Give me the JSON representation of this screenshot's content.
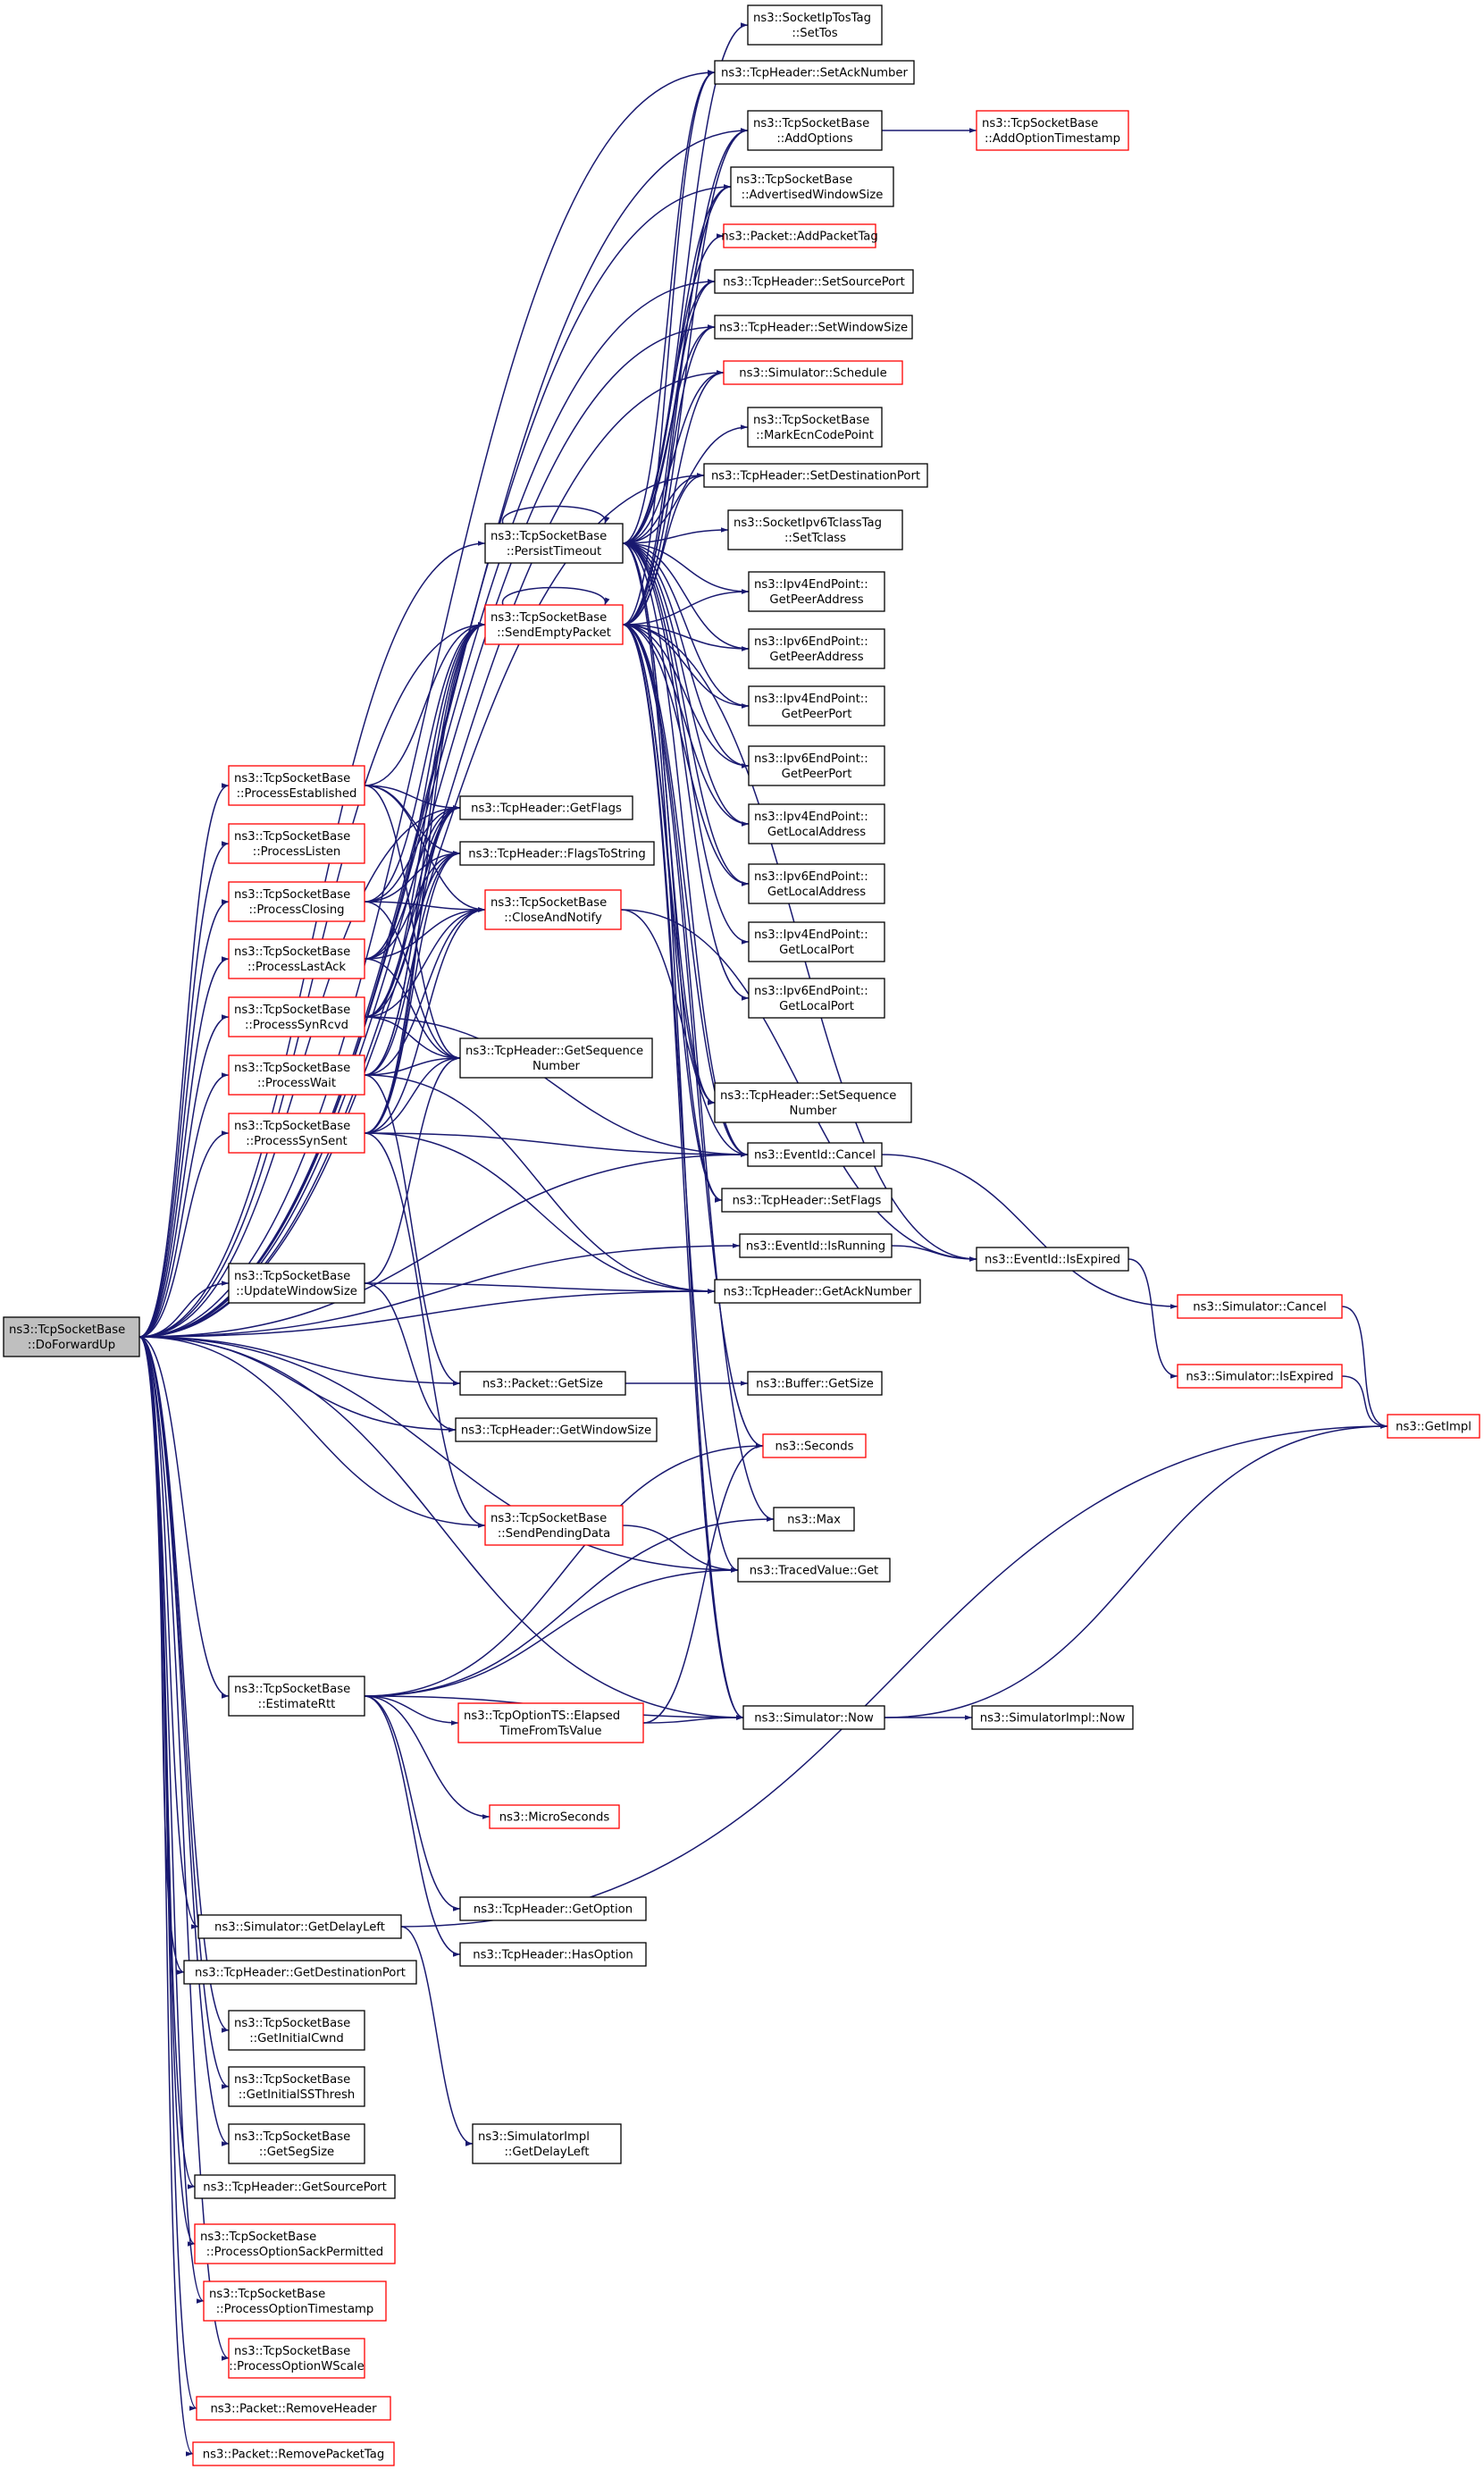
{
  "colors": {
    "edge": "#191970",
    "node_border": "#000000",
    "node_border_undocumented": "#ff0000",
    "root_fill": "#bfbfbf",
    "node_fill": "#ffffff"
  },
  "nodes": [
    {
      "id": "root",
      "lines": [
        "ns3::TcpSocketBase",
        "::DoForwardUp"
      ],
      "style": "root"
    },
    {
      "id": "n_settos",
      "lines": [
        "ns3::SocketIpTosTag",
        "::SetTos"
      ],
      "style": "normal"
    },
    {
      "id": "n_setack",
      "lines": [
        "ns3::TcpHeader::SetAckNumber"
      ],
      "style": "normal"
    },
    {
      "id": "n_addopt",
      "lines": [
        "ns3::TcpSocketBase",
        "::AddOptions"
      ],
      "style": "normal"
    },
    {
      "id": "n_addts",
      "lines": [
        "ns3::TcpSocketBase",
        "::AddOptionTimestamp"
      ],
      "style": "red"
    },
    {
      "id": "n_advwin",
      "lines": [
        "ns3::TcpSocketBase",
        "::AdvertisedWindowSize"
      ],
      "style": "normal"
    },
    {
      "id": "n_addtag",
      "lines": [
        "ns3::Packet::AddPacketTag"
      ],
      "style": "red"
    },
    {
      "id": "n_setsrc",
      "lines": [
        "ns3::TcpHeader::SetSourcePort"
      ],
      "style": "normal"
    },
    {
      "id": "n_setwin",
      "lines": [
        "ns3::TcpHeader::SetWindowSize"
      ],
      "style": "normal"
    },
    {
      "id": "n_sched",
      "lines": [
        "ns3::Simulator::Schedule"
      ],
      "style": "red"
    },
    {
      "id": "n_markecn",
      "lines": [
        "ns3::TcpSocketBase",
        "::MarkEcnCodePoint"
      ],
      "style": "normal"
    },
    {
      "id": "n_setdst",
      "lines": [
        "ns3::TcpHeader::SetDestinationPort"
      ],
      "style": "normal"
    },
    {
      "id": "n_settcl",
      "lines": [
        "ns3::SocketIpv6TclassTag",
        "::SetTclass"
      ],
      "style": "normal"
    },
    {
      "id": "n_persist",
      "lines": [
        "ns3::TcpSocketBase",
        "::PersistTimeout"
      ],
      "style": "normal"
    },
    {
      "id": "n_v4pa",
      "lines": [
        "ns3::Ipv4EndPoint::",
        "GetPeerAddress"
      ],
      "style": "normal"
    },
    {
      "id": "n_sendempty",
      "lines": [
        "ns3::TcpSocketBase",
        "::SendEmptyPacket"
      ],
      "style": "red"
    },
    {
      "id": "n_v6pa",
      "lines": [
        "ns3::Ipv6EndPoint::",
        "GetPeerAddress"
      ],
      "style": "normal"
    },
    {
      "id": "n_v4pp",
      "lines": [
        "ns3::Ipv4EndPoint::",
        "GetPeerPort"
      ],
      "style": "normal"
    },
    {
      "id": "n_v6pp",
      "lines": [
        "ns3::Ipv6EndPoint::",
        "GetPeerPort"
      ],
      "style": "normal"
    },
    {
      "id": "n_procest",
      "lines": [
        "ns3::TcpSocketBase",
        "::ProcessEstablished"
      ],
      "style": "red"
    },
    {
      "id": "n_v4la",
      "lines": [
        "ns3::Ipv4EndPoint::",
        "GetLocalAddress"
      ],
      "style": "normal"
    },
    {
      "id": "n_getflags",
      "lines": [
        "ns3::TcpHeader::GetFlags"
      ],
      "style": "normal"
    },
    {
      "id": "n_proclisten",
      "lines": [
        "ns3::TcpSocketBase",
        "::ProcessListen"
      ],
      "style": "red"
    },
    {
      "id": "n_flagsstr",
      "lines": [
        "ns3::TcpHeader::FlagsToString"
      ],
      "style": "normal"
    },
    {
      "id": "n_v6la",
      "lines": [
        "ns3::Ipv6EndPoint::",
        "GetLocalAddress"
      ],
      "style": "normal"
    },
    {
      "id": "n_procclosing",
      "lines": [
        "ns3::TcpSocketBase",
        "::ProcessClosing"
      ],
      "style": "red"
    },
    {
      "id": "n_closenotify",
      "lines": [
        "ns3::TcpSocketBase",
        "::CloseAndNotify"
      ],
      "style": "red"
    },
    {
      "id": "n_v4lp",
      "lines": [
        "ns3::Ipv4EndPoint::",
        "GetLocalPort"
      ],
      "style": "normal"
    },
    {
      "id": "n_proclastack",
      "lines": [
        "ns3::TcpSocketBase",
        "::ProcessLastAck"
      ],
      "style": "red"
    },
    {
      "id": "n_v6lp",
      "lines": [
        "ns3::Ipv6EndPoint::",
        "GetLocalPort"
      ],
      "style": "normal"
    },
    {
      "id": "n_procsynrcvd",
      "lines": [
        "ns3::TcpSocketBase",
        "::ProcessSynRcvd"
      ],
      "style": "red"
    },
    {
      "id": "n_getseq",
      "lines": [
        "ns3::TcpHeader::GetSequence",
        "Number"
      ],
      "style": "normal"
    },
    {
      "id": "n_procwait",
      "lines": [
        "ns3::TcpSocketBase",
        "::ProcessWait"
      ],
      "style": "red"
    },
    {
      "id": "n_setseq",
      "lines": [
        "ns3::TcpHeader::SetSequence",
        "Number"
      ],
      "style": "normal"
    },
    {
      "id": "n_procsynsent",
      "lines": [
        "ns3::TcpSocketBase",
        "::ProcessSynSent"
      ],
      "style": "red"
    },
    {
      "id": "n_evcancel",
      "lines": [
        "ns3::EventId::Cancel"
      ],
      "style": "normal"
    },
    {
      "id": "n_setflags",
      "lines": [
        "ns3::TcpHeader::SetFlags"
      ],
      "style": "normal"
    },
    {
      "id": "n_evrunning",
      "lines": [
        "ns3::EventId::IsRunning"
      ],
      "style": "normal"
    },
    {
      "id": "n_evexpired",
      "lines": [
        "ns3::EventId::IsExpired"
      ],
      "style": "normal"
    },
    {
      "id": "n_updatewin",
      "lines": [
        "ns3::TcpSocketBase",
        "::UpdateWindowSize"
      ],
      "style": "normal"
    },
    {
      "id": "n_getack",
      "lines": [
        "ns3::TcpHeader::GetAckNumber"
      ],
      "style": "normal"
    },
    {
      "id": "n_simcancel",
      "lines": [
        "ns3::Simulator::Cancel"
      ],
      "style": "red"
    },
    {
      "id": "n_simisexp",
      "lines": [
        "ns3::Simulator::IsExpired"
      ],
      "style": "red"
    },
    {
      "id": "n_pktsize",
      "lines": [
        "ns3::Packet::GetSize"
      ],
      "style": "normal"
    },
    {
      "id": "n_bufsize",
      "lines": [
        "ns3::Buffer::GetSize"
      ],
      "style": "normal"
    },
    {
      "id": "n_getimpl",
      "lines": [
        "ns3::GetImpl"
      ],
      "style": "red"
    },
    {
      "id": "n_getwin",
      "lines": [
        "ns3::TcpHeader::GetWindowSize"
      ],
      "style": "normal"
    },
    {
      "id": "n_seconds",
      "lines": [
        "ns3::Seconds"
      ],
      "style": "red"
    },
    {
      "id": "n_sendpending",
      "lines": [
        "ns3::TcpSocketBase",
        "::SendPendingData"
      ],
      "style": "red"
    },
    {
      "id": "n_max",
      "lines": [
        "ns3::Max"
      ],
      "style": "normal"
    },
    {
      "id": "n_tvget",
      "lines": [
        "ns3::TracedValue::Get"
      ],
      "style": "normal"
    },
    {
      "id": "n_estrtt",
      "lines": [
        "ns3::TcpSocketBase",
        "::EstimateRtt"
      ],
      "style": "normal"
    },
    {
      "id": "n_elapsed",
      "lines": [
        "ns3::TcpOptionTS::Elapsed",
        "TimeFromTsValue"
      ],
      "style": "red"
    },
    {
      "id": "n_simnow",
      "lines": [
        "ns3::Simulator::Now"
      ],
      "style": "normal"
    },
    {
      "id": "n_implnow",
      "lines": [
        "ns3::SimulatorImpl::Now"
      ],
      "style": "normal"
    },
    {
      "id": "n_micro",
      "lines": [
        "ns3::MicroSeconds"
      ],
      "style": "red"
    },
    {
      "id": "n_getopt",
      "lines": [
        "ns3::TcpHeader::GetOption"
      ],
      "style": "normal"
    },
    {
      "id": "n_hasopt",
      "lines": [
        "ns3::TcpHeader::HasOption"
      ],
      "style": "normal"
    },
    {
      "id": "n_getdelay",
      "lines": [
        "ns3::Simulator::GetDelayLeft"
      ],
      "style": "normal"
    },
    {
      "id": "n_getdstport",
      "lines": [
        "ns3::TcpHeader::GetDestinationPort"
      ],
      "style": "normal"
    },
    {
      "id": "n_initcwnd",
      "lines": [
        "ns3::TcpSocketBase",
        "::GetInitialCwnd"
      ],
      "style": "normal"
    },
    {
      "id": "n_initss",
      "lines": [
        "ns3::TcpSocketBase",
        "::GetInitialSSThresh"
      ],
      "style": "normal"
    },
    {
      "id": "n_implgetdelay",
      "lines": [
        "ns3::SimulatorImpl",
        "::GetDelayLeft"
      ],
      "style": "normal"
    },
    {
      "id": "n_segsize",
      "lines": [
        "ns3::TcpSocketBase",
        "::GetSegSize"
      ],
      "style": "normal"
    },
    {
      "id": "n_getsrcport",
      "lines": [
        "ns3::TcpHeader::GetSourcePort"
      ],
      "style": "normal"
    },
    {
      "id": "n_procsack",
      "lines": [
        "ns3::TcpSocketBase",
        "::ProcessOptionSackPermitted"
      ],
      "style": "red"
    },
    {
      "id": "n_procts",
      "lines": [
        "ns3::TcpSocketBase",
        "::ProcessOptionTimestamp"
      ],
      "style": "red"
    },
    {
      "id": "n_procws",
      "lines": [
        "ns3::TcpSocketBase",
        "::ProcessOptionWScale"
      ],
      "style": "red"
    },
    {
      "id": "n_rmhdr",
      "lines": [
        "ns3::Packet::RemoveHeader"
      ],
      "style": "red"
    },
    {
      "id": "n_rmtag",
      "lines": [
        "ns3::Packet::RemovePacketTag"
      ],
      "style": "red"
    }
  ],
  "edges": [
    [
      "root",
      "n_setack"
    ],
    [
      "root",
      "n_addopt"
    ],
    [
      "root",
      "n_advwin"
    ],
    [
      "root",
      "n_setsrc"
    ],
    [
      "root",
      "n_setwin"
    ],
    [
      "root",
      "n_sched"
    ],
    [
      "root",
      "n_setdst"
    ],
    [
      "root",
      "n_persist"
    ],
    [
      "root",
      "n_sendempty"
    ],
    [
      "root",
      "n_procest"
    ],
    [
      "root",
      "n_getflags"
    ],
    [
      "root",
      "n_proclisten"
    ],
    [
      "root",
      "n_procclosing"
    ],
    [
      "root",
      "n_proclastack"
    ],
    [
      "root",
      "n_procsynrcvd"
    ],
    [
      "root",
      "n_procwait"
    ],
    [
      "root",
      "n_procsynsent"
    ],
    [
      "root",
      "n_evcancel"
    ],
    [
      "root",
      "n_evrunning"
    ],
    [
      "root",
      "n_updatewin"
    ],
    [
      "root",
      "n_getack"
    ],
    [
      "root",
      "n_pktsize"
    ],
    [
      "root",
      "n_getwin"
    ],
    [
      "root",
      "n_sendpending"
    ],
    [
      "root",
      "n_tvget"
    ],
    [
      "root",
      "n_estrtt"
    ],
    [
      "root",
      "n_simnow"
    ],
    [
      "root",
      "n_getdelay"
    ],
    [
      "root",
      "n_getdstport"
    ],
    [
      "root",
      "n_initcwnd"
    ],
    [
      "root",
      "n_initss"
    ],
    [
      "root",
      "n_segsize"
    ],
    [
      "root",
      "n_getsrcport"
    ],
    [
      "root",
      "n_procsack"
    ],
    [
      "root",
      "n_procts"
    ],
    [
      "root",
      "n_procws"
    ],
    [
      "root",
      "n_rmhdr"
    ],
    [
      "root",
      "n_rmtag"
    ],
    [
      "n_addopt",
      "n_addts"
    ],
    [
      "n_persist",
      "n_settos"
    ],
    [
      "n_persist",
      "n_setack"
    ],
    [
      "n_persist",
      "n_addopt"
    ],
    [
      "n_persist",
      "n_advwin"
    ],
    [
      "n_persist",
      "n_addtag"
    ],
    [
      "n_persist",
      "n_setsrc"
    ],
    [
      "n_persist",
      "n_setwin"
    ],
    [
      "n_persist",
      "n_sched"
    ],
    [
      "n_persist",
      "n_markecn"
    ],
    [
      "n_persist",
      "n_setdst"
    ],
    [
      "n_persist",
      "n_settcl"
    ],
    [
      "n_persist",
      "n_v4pa"
    ],
    [
      "n_persist",
      "n_v6pa"
    ],
    [
      "n_persist",
      "n_v4pp"
    ],
    [
      "n_persist",
      "n_v6pp"
    ],
    [
      "n_persist",
      "n_v4la"
    ],
    [
      "n_persist",
      "n_v6la"
    ],
    [
      "n_persist",
      "n_v4lp"
    ],
    [
      "n_persist",
      "n_v6lp"
    ],
    [
      "n_persist",
      "n_setseq"
    ],
    [
      "n_persist",
      "n_evcancel"
    ],
    [
      "n_persist",
      "n_setflags"
    ],
    [
      "n_persist",
      "n_simnow"
    ],
    [
      "n_persist",
      "n_persist"
    ],
    [
      "n_sendempty",
      "n_setack"
    ],
    [
      "n_sendempty",
      "n_addopt"
    ],
    [
      "n_sendempty",
      "n_advwin"
    ],
    [
      "n_sendempty",
      "n_setsrc"
    ],
    [
      "n_sendempty",
      "n_setwin"
    ],
    [
      "n_sendempty",
      "n_sched"
    ],
    [
      "n_sendempty",
      "n_setdst"
    ],
    [
      "n_sendempty",
      "n_v4pa"
    ],
    [
      "n_sendempty",
      "n_v6pa"
    ],
    [
      "n_sendempty",
      "n_v4pp"
    ],
    [
      "n_sendempty",
      "n_v6pp"
    ],
    [
      "n_sendempty",
      "n_v4la"
    ],
    [
      "n_sendempty",
      "n_v6la"
    ],
    [
      "n_sendempty",
      "n_setseq"
    ],
    [
      "n_sendempty",
      "n_evcancel"
    ],
    [
      "n_sendempty",
      "n_setflags"
    ],
    [
      "n_sendempty",
      "n_evexpired"
    ],
    [
      "n_sendempty",
      "n_seconds"
    ],
    [
      "n_sendempty",
      "n_max"
    ],
    [
      "n_sendempty",
      "n_tvget"
    ],
    [
      "n_sendempty",
      "n_simnow"
    ],
    [
      "n_sendempty",
      "n_sendempty"
    ],
    [
      "n_procest",
      "n_sendempty"
    ],
    [
      "n_procest",
      "n_getflags"
    ],
    [
      "n_procest",
      "n_flagsstr"
    ],
    [
      "n_procest",
      "n_closenotify"
    ],
    [
      "n_procest",
      "n_getseq"
    ],
    [
      "n_procclosing",
      "n_sendempty"
    ],
    [
      "n_procclosing",
      "n_getflags"
    ],
    [
      "n_procclosing",
      "n_flagsstr"
    ],
    [
      "n_procclosing",
      "n_closenotify"
    ],
    [
      "n_procclosing",
      "n_getseq"
    ],
    [
      "n_proclastack",
      "n_sendempty"
    ],
    [
      "n_proclastack",
      "n_getflags"
    ],
    [
      "n_proclastack",
      "n_flagsstr"
    ],
    [
      "n_proclastack",
      "n_closenotify"
    ],
    [
      "n_proclastack",
      "n_getseq"
    ],
    [
      "n_procsynrcvd",
      "n_sendempty"
    ],
    [
      "n_procsynrcvd",
      "n_getflags"
    ],
    [
      "n_procsynrcvd",
      "n_flagsstr"
    ],
    [
      "n_procsynrcvd",
      "n_closenotify"
    ],
    [
      "n_procsynrcvd",
      "n_getseq"
    ],
    [
      "n_procsynrcvd",
      "n_evcancel"
    ],
    [
      "n_procwait",
      "n_sendempty"
    ],
    [
      "n_procwait",
      "n_getflags"
    ],
    [
      "n_procwait",
      "n_flagsstr"
    ],
    [
      "n_procwait",
      "n_closenotify"
    ],
    [
      "n_procwait",
      "n_getseq"
    ],
    [
      "n_procwait",
      "n_pktsize"
    ],
    [
      "n_procwait",
      "n_getack"
    ],
    [
      "n_procsynsent",
      "n_sendempty"
    ],
    [
      "n_procsynsent",
      "n_getflags"
    ],
    [
      "n_procsynsent",
      "n_flagsstr"
    ],
    [
      "n_procsynsent",
      "n_closenotify"
    ],
    [
      "n_procsynsent",
      "n_getseq"
    ],
    [
      "n_procsynsent",
      "n_evcancel"
    ],
    [
      "n_procsynsent",
      "n_getack"
    ],
    [
      "n_procsynsent",
      "n_sendpending"
    ],
    [
      "n_closenotify",
      "n_evexpired"
    ],
    [
      "n_closenotify",
      "n_evcancel"
    ],
    [
      "n_updatewin",
      "n_getseq"
    ],
    [
      "n_updatewin",
      "n_getack"
    ],
    [
      "n_updatewin",
      "n_getwin"
    ],
    [
      "n_evcancel",
      "n_simcancel"
    ],
    [
      "n_evrunning",
      "n_evexpired"
    ],
    [
      "n_evexpired",
      "n_simisexp"
    ],
    [
      "n_simcancel",
      "n_getimpl"
    ],
    [
      "n_simisexp",
      "n_getimpl"
    ],
    [
      "n_pktsize",
      "n_bufsize"
    ],
    [
      "n_sendpending",
      "n_tvget"
    ],
    [
      "n_estrtt",
      "n_seconds"
    ],
    [
      "n_estrtt",
      "n_max"
    ],
    [
      "n_estrtt",
      "n_tvget"
    ],
    [
      "n_estrtt",
      "n_elapsed"
    ],
    [
      "n_estrtt",
      "n_simnow"
    ],
    [
      "n_estrtt",
      "n_micro"
    ],
    [
      "n_estrtt",
      "n_getopt"
    ],
    [
      "n_estrtt",
      "n_hasopt"
    ],
    [
      "n_elapsed",
      "n_simnow"
    ],
    [
      "n_elapsed",
      "n_seconds"
    ],
    [
      "n_simnow",
      "n_implnow"
    ],
    [
      "n_simnow",
      "n_getimpl"
    ],
    [
      "n_getdelay",
      "n_implgetdelay"
    ],
    [
      "n_getdelay",
      "n_getimpl"
    ]
  ]
}
